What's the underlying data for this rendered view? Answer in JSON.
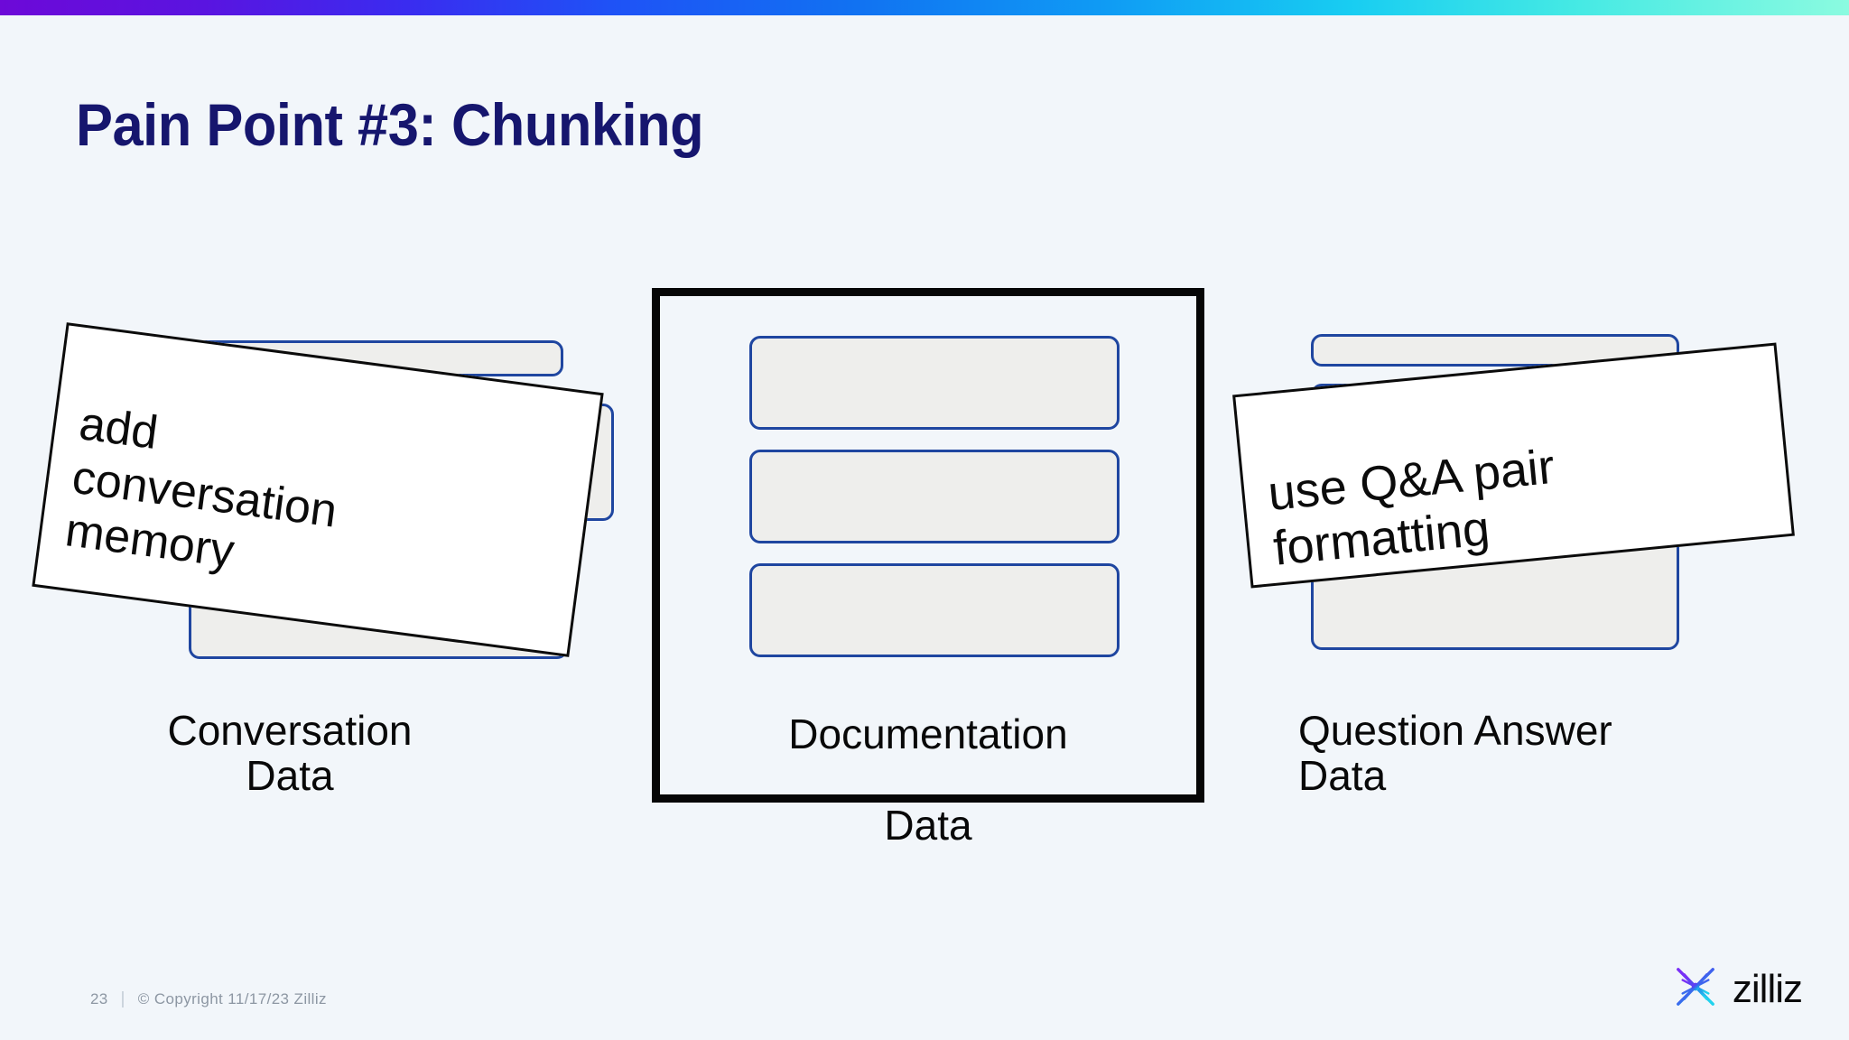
{
  "slide": {
    "title": "Pain Point #3: Chunking",
    "background_color": "#f2f6fa",
    "title_color": "#16166e",
    "accent_gradient": [
      "#6d09d8",
      "#1171f2",
      "#8bfbe0"
    ]
  },
  "groups": [
    {
      "id": "conversation",
      "label": "Conversation\nData",
      "label_line1": "Conversation",
      "label_line2": "Data",
      "chunk_count": 3,
      "chunk_fill": "#eeeeec",
      "chunk_border": "#1f46a0",
      "highlighted": false
    },
    {
      "id": "documentation",
      "label": "Documentation\nData",
      "label_line1": "Documentation",
      "label_line2": "Data",
      "chunk_count": 3,
      "chunk_fill": "#eeeeec",
      "chunk_border": "#1f46a0",
      "highlighted": true,
      "highlight_border_color": "#060606"
    },
    {
      "id": "question-answer",
      "label": "Question Answer\nData",
      "label_line1": "Question Answer",
      "label_line2": "Data",
      "chunk_count": 3,
      "chunk_fill": "#eeeeec",
      "chunk_border": "#1f46a0",
      "highlighted": false
    }
  ],
  "notes": [
    {
      "id": "note-conversation",
      "text": "add\nconversation\nmemory",
      "rotation_deg": 7.5,
      "background": "#ffffff",
      "border_color": "#0b0b0b"
    },
    {
      "id": "note-question-answer",
      "text": "use Q&A pair\nformatting",
      "rotation_deg": -5.5,
      "background": "#ffffff",
      "border_color": "#0b0b0b"
    }
  ],
  "footer": {
    "page_number": "23",
    "divider": "|",
    "copyright": "© Copyright  11/17/23  Zilliz"
  },
  "logo": {
    "wordmark": "zilliz",
    "mark_icon": "starburst-icon",
    "gradient_from": "#7b2ff7",
    "gradient_to": "#22d3ee"
  }
}
